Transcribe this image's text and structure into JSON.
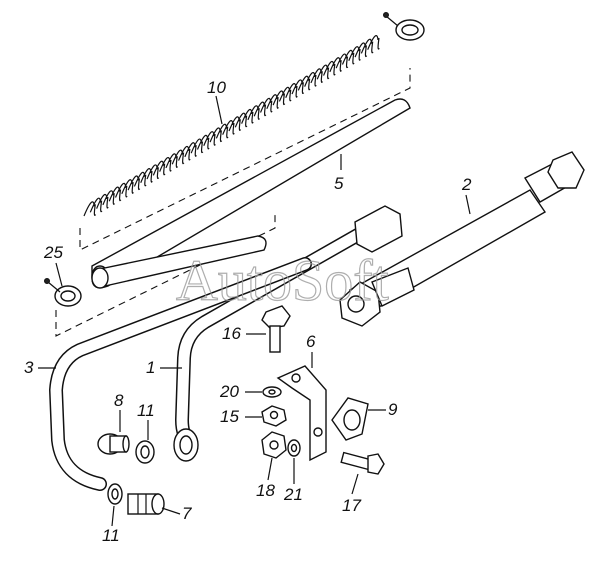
{
  "watermark": "AutoSoft",
  "labels": {
    "p1": "1",
    "p2": "2",
    "p3": "3",
    "p5": "5",
    "p6": "6",
    "p7": "7",
    "p8": "8",
    "p9": "9",
    "p10": "10",
    "p11a": "11",
    "p11b": "11",
    "p15": "15",
    "p16": "16",
    "p17": "17",
    "p18": "18",
    "p20": "20",
    "p21": "21",
    "p25": "25"
  }
}
